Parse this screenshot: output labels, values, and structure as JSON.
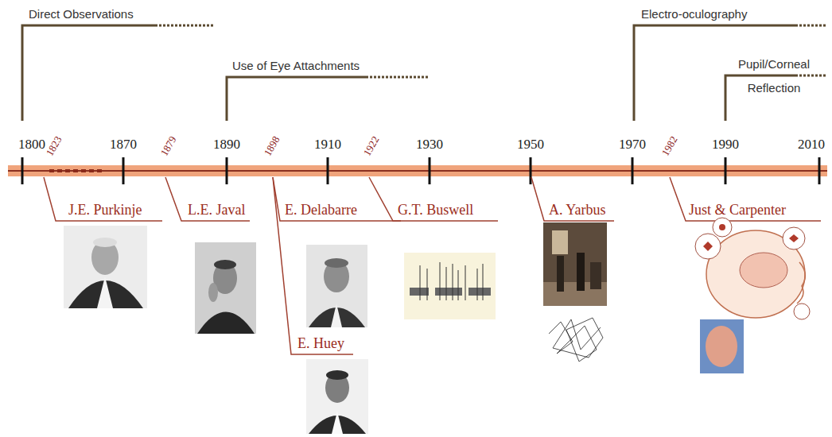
{
  "diagram": {
    "labels": [
      "Direct Observations",
      "Use of Eye Attachments",
      "Electro-oculography",
      "Pupil/Corneal Reflection",
      "1800",
      "1870",
      "1890",
      "1910",
      "1930",
      "1950",
      "1970",
      "1990",
      "2010",
      "1823",
      "1879",
      "1898",
      "1922",
      "1982",
      "J.E. Purkinje",
      "L.E. Javal",
      "E. Delabarre",
      "G.T. Buswell",
      "A. Yarbus",
      "Just & Carpenter",
      "E. Huey"
    ]
  }
}
